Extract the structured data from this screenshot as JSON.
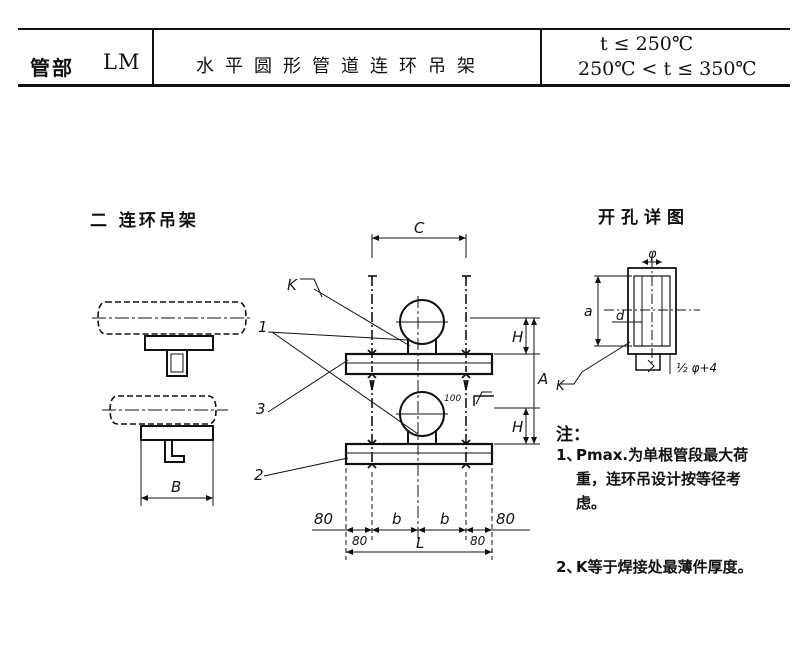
{
  "header": {
    "dept": "管部",
    "code": "LM",
    "title": "水平圆形管道连环吊架",
    "temp_range_1": "t ≤ 250℃",
    "temp_range_2": "250℃ < t ≤ 350℃"
  },
  "section": {
    "title": "二  连环吊架",
    "detail_title": "开孔详图"
  },
  "drawing_labels": {
    "c": "C",
    "k": "K",
    "part1": "1",
    "part2": "2",
    "part3": "3",
    "b_cap": "B",
    "h1": "H",
    "h2": "H",
    "a": "A",
    "b_left": "b",
    "b_right": "b",
    "l": "L",
    "dim80_left_top": "80",
    "dim80_left_bot": "80",
    "dim80_right_top": "80",
    "dim80_right_bot": "80",
    "radius": "100",
    "detail_phi": "φ",
    "detail_a": "a",
    "detail_d": "d",
    "detail_k": "K",
    "detail_fraction": "½ φ+4"
  },
  "notes": {
    "title": "注：",
    "items": [
      {
        "num": "1、",
        "text": "Pmax.为单根管段最大荷重，连环吊设计按等径考虑。"
      },
      {
        "num": "2、",
        "text": "K等于焊接处最薄件厚度。"
      }
    ]
  }
}
